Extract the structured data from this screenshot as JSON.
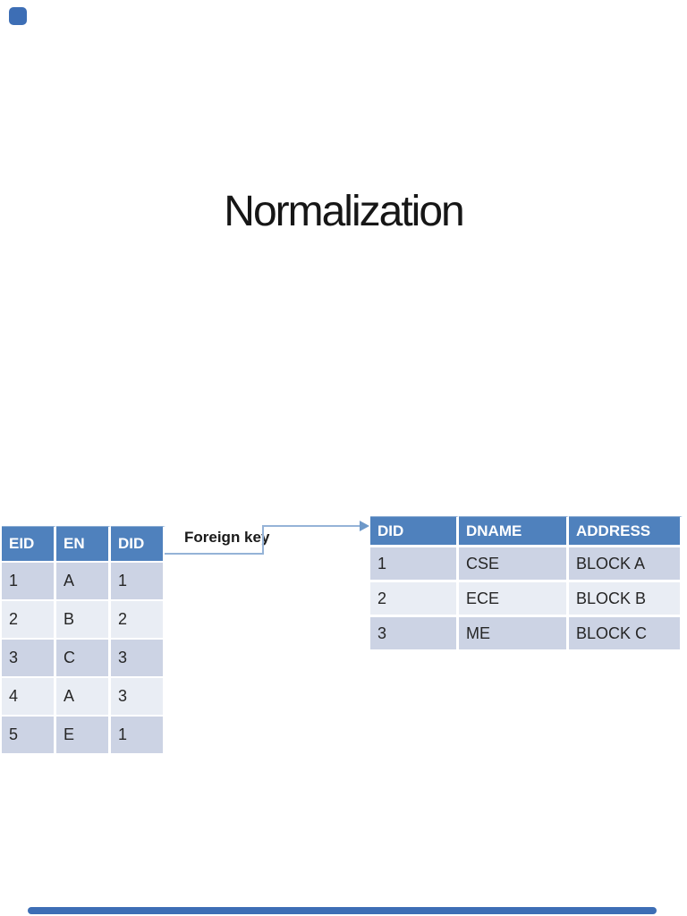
{
  "slide": {
    "title": "Normalization"
  },
  "relationship": {
    "label": "Foreign key"
  },
  "left_table": {
    "headers": [
      "EID",
      "EN",
      "DID"
    ],
    "rows": [
      [
        "1",
        "A",
        "1"
      ],
      [
        "2",
        "B",
        "2"
      ],
      [
        "3",
        "C",
        "3"
      ],
      [
        "4",
        "A",
        "3"
      ],
      [
        "5",
        "E",
        "1"
      ]
    ]
  },
  "right_table": {
    "headers": [
      "DID",
      "DNAME",
      "ADDRESS"
    ],
    "rows": [
      [
        "1",
        "CSE",
        "BLOCK A"
      ],
      [
        "2",
        "ECE",
        "BLOCK B"
      ],
      [
        "3",
        "ME",
        "BLOCK C"
      ]
    ]
  },
  "colors": {
    "header_bg": "#4f81bd",
    "header_text": "#ffffff",
    "row_dark": "#ccd3e4",
    "row_light": "#e9edf4",
    "body_text": "#262626",
    "arrow": "#95b3d7",
    "decoration_blue": "#3d6eb5"
  }
}
